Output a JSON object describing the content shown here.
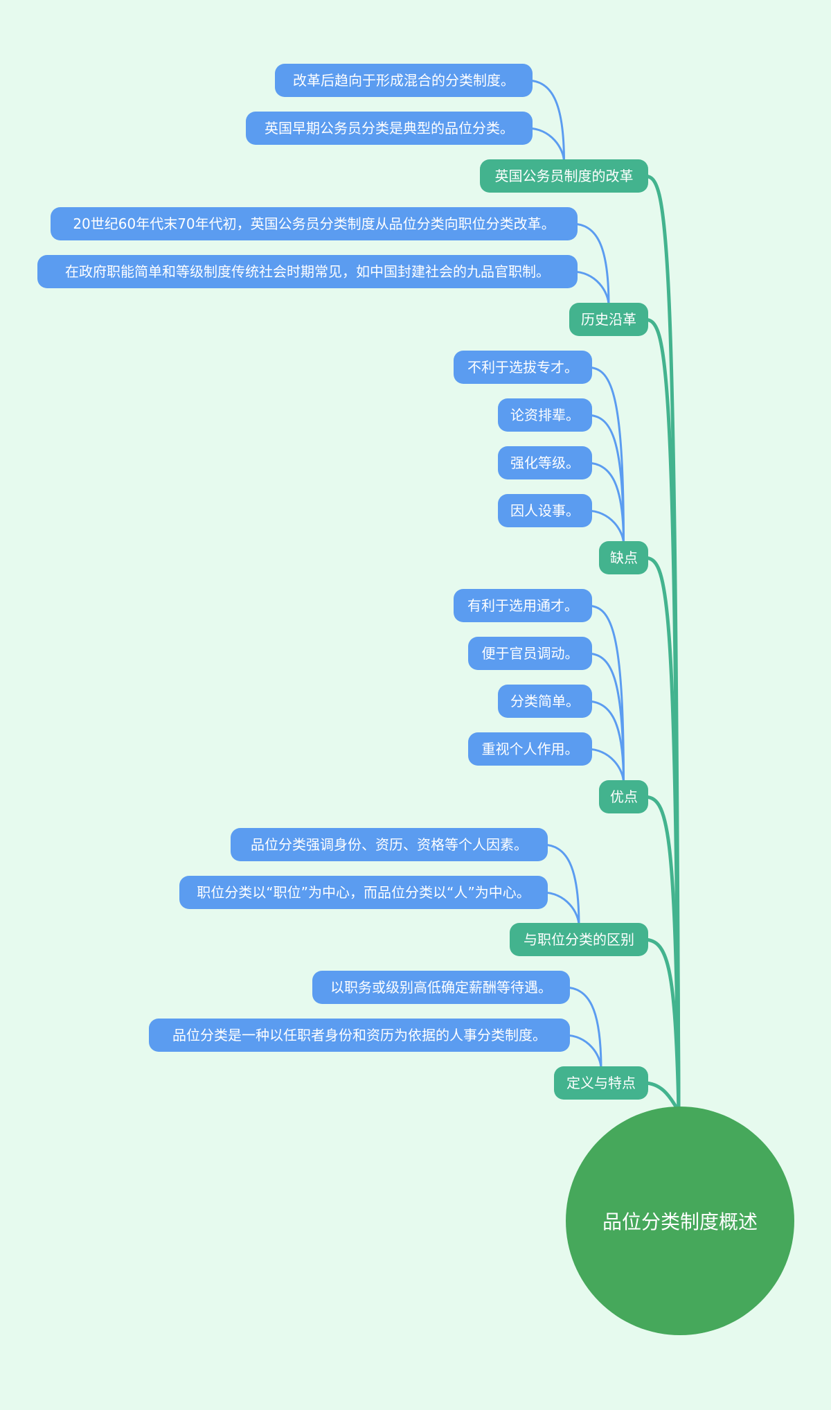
{
  "root": {
    "label": "品位分类制度概述"
  },
  "branches": [
    {
      "label": "英国公务员制度的改革",
      "children": [
        "改革后趋向于形成混合的分类制度。",
        "英国早期公务员分类是典型的品位分类。"
      ]
    },
    {
      "label": "历史沿革",
      "children": [
        "20世纪60年代末70年代初，英国公务员分类制度从品位分类向职位分类改革。",
        "在政府职能简单和等级制度传统社会时期常见，如中国封建社会的九品官职制。"
      ]
    },
    {
      "label": "缺点",
      "children": [
        "不利于选拔专才。",
        "论资排辈。",
        "强化等级。",
        "因人设事。"
      ]
    },
    {
      "label": "优点",
      "children": [
        "有利于选用通才。",
        "便于官员调动。",
        "分类简单。",
        "重视个人作用。"
      ]
    },
    {
      "label": "与职位分类的区别",
      "children": [
        "品位分类强调身份、资历、资格等个人因素。",
        "职位分类以“职位”为中心，而品位分类以“人”为中心。"
      ]
    },
    {
      "label": "定义与特点",
      "children": [
        "以职务或级别高低确定薪酬等待遇。",
        "品位分类是一种以任职者身份和资历为依据的人事分类制度。"
      ]
    }
  ],
  "colors": {
    "background": "#e6faee",
    "leaf": "#5b9cf0",
    "branch": "#43b38e",
    "root": "#46a85b",
    "leaf_edge": "#5b9cf0",
    "branch_edge": "#43b38e"
  }
}
